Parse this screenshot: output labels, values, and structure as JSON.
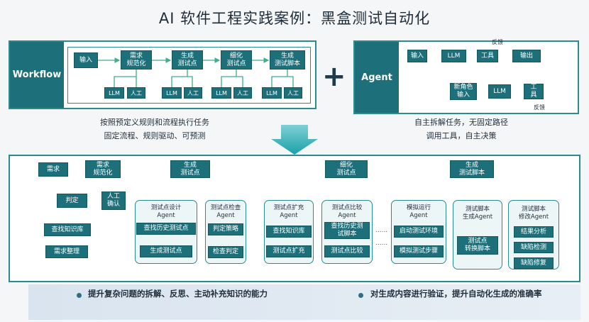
{
  "title": "AI 软件工程实践案例：黑盒测试自动化",
  "workflow": {
    "label": "Workflow",
    "steps": [
      {
        "label": "输入"
      },
      {
        "label": "需求\n规范化",
        "tools": [
          "LLM",
          "人工"
        ]
      },
      {
        "label": "生成\n测试点",
        "tools": [
          "LLM",
          "人工"
        ]
      },
      {
        "label": "细化\n测试点",
        "tools": [
          "LLM",
          "人工"
        ]
      },
      {
        "label": "生成\n测试脚本",
        "tools": [
          "LLM",
          "人工"
        ]
      }
    ],
    "desc_line1": "按照预定义规则和流程执行任务",
    "desc_line2": "固定流程、规则驱动、可预测"
  },
  "plus": "+",
  "agent": {
    "label": "Agent",
    "nodes": {
      "input": "输入",
      "llm1": "LLM",
      "tool1": "工具",
      "output": "输出",
      "new_input": "新角色\n输入",
      "llm2": "LLM",
      "tool2": "工\n具"
    },
    "feedback1": "反馈",
    "feedback2": "反馈",
    "desc_line1": "自主拆解任务，无固定路径",
    "desc_line2": "调用工具，自主决策"
  },
  "detail": {
    "top_nodes": [
      "需求",
      "需求\n规范化",
      "生成\n测试点",
      "细化\n测试点",
      "生成\n测试脚本"
    ],
    "left_flow": {
      "judge": "判定",
      "manual_confirm": "人工\n确认",
      "search_kb": "查找知识库",
      "req_organize": "需求整理"
    },
    "groups": [
      {
        "title": "测试点设计\nAgent",
        "items": [
          "查找历史测试点",
          "生成测试点"
        ]
      },
      {
        "title": "测试点检查\nAgent",
        "items": [
          "判定策略",
          "检查判定"
        ]
      },
      {
        "title": "测试点扩充\nAgent",
        "items": [
          "查找知识库",
          "测试点扩充"
        ]
      },
      {
        "title": "测试点比较\nAgent",
        "items": [
          "查找历史测\n试脚本",
          "测试点比较"
        ]
      },
      {
        "title": "模拟运行\nAgent",
        "items": [
          "启动测试环境",
          "模拟测试步骤"
        ]
      },
      {
        "title": "测试脚本\n生成Agent",
        "items": [
          "测试点\n转换脚本"
        ]
      },
      {
        "title": "测试脚本\n修改Agent",
        "items": [
          "结果分析",
          "缺陷检测",
          "缺陷修复"
        ]
      }
    ],
    "ellipsis": "......"
  },
  "bottom": {
    "left": "提升复杂问题的拆解、反思、主动补充知识的能力",
    "right": "对生成内容进行验证，提升自动化生成的准确率"
  },
  "colors": {
    "primary": "#1d6f7a",
    "border": "#2b8b92",
    "feedback": "#f0a04b"
  }
}
